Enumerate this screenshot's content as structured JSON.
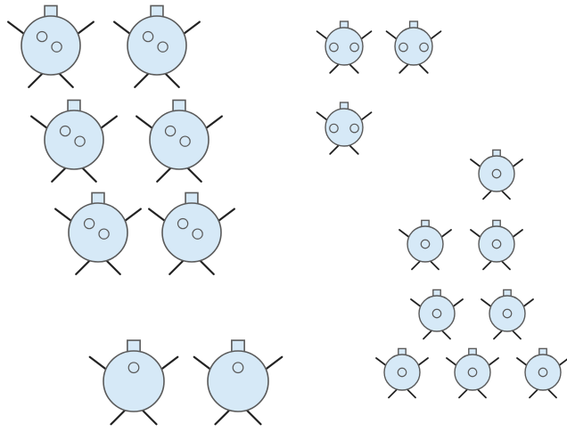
{
  "colors": {
    "body_fill": "#d6e9f7",
    "stroke": "#5a5a5a",
    "limb": "#222222",
    "background": "#ffffff"
  },
  "figures": {
    "large_two_eyes": {
      "count": 6,
      "icon": "round-figure-two-eyes-icon"
    },
    "large_one_eye": {
      "count": 2,
      "icon": "round-figure-one-eye-icon"
    },
    "small_side_eyes": {
      "count": 3,
      "icon": "small-figure-side-eyes-icon"
    },
    "small_one_eye": {
      "count": 8,
      "icon": "small-figure-one-eye-icon"
    }
  }
}
